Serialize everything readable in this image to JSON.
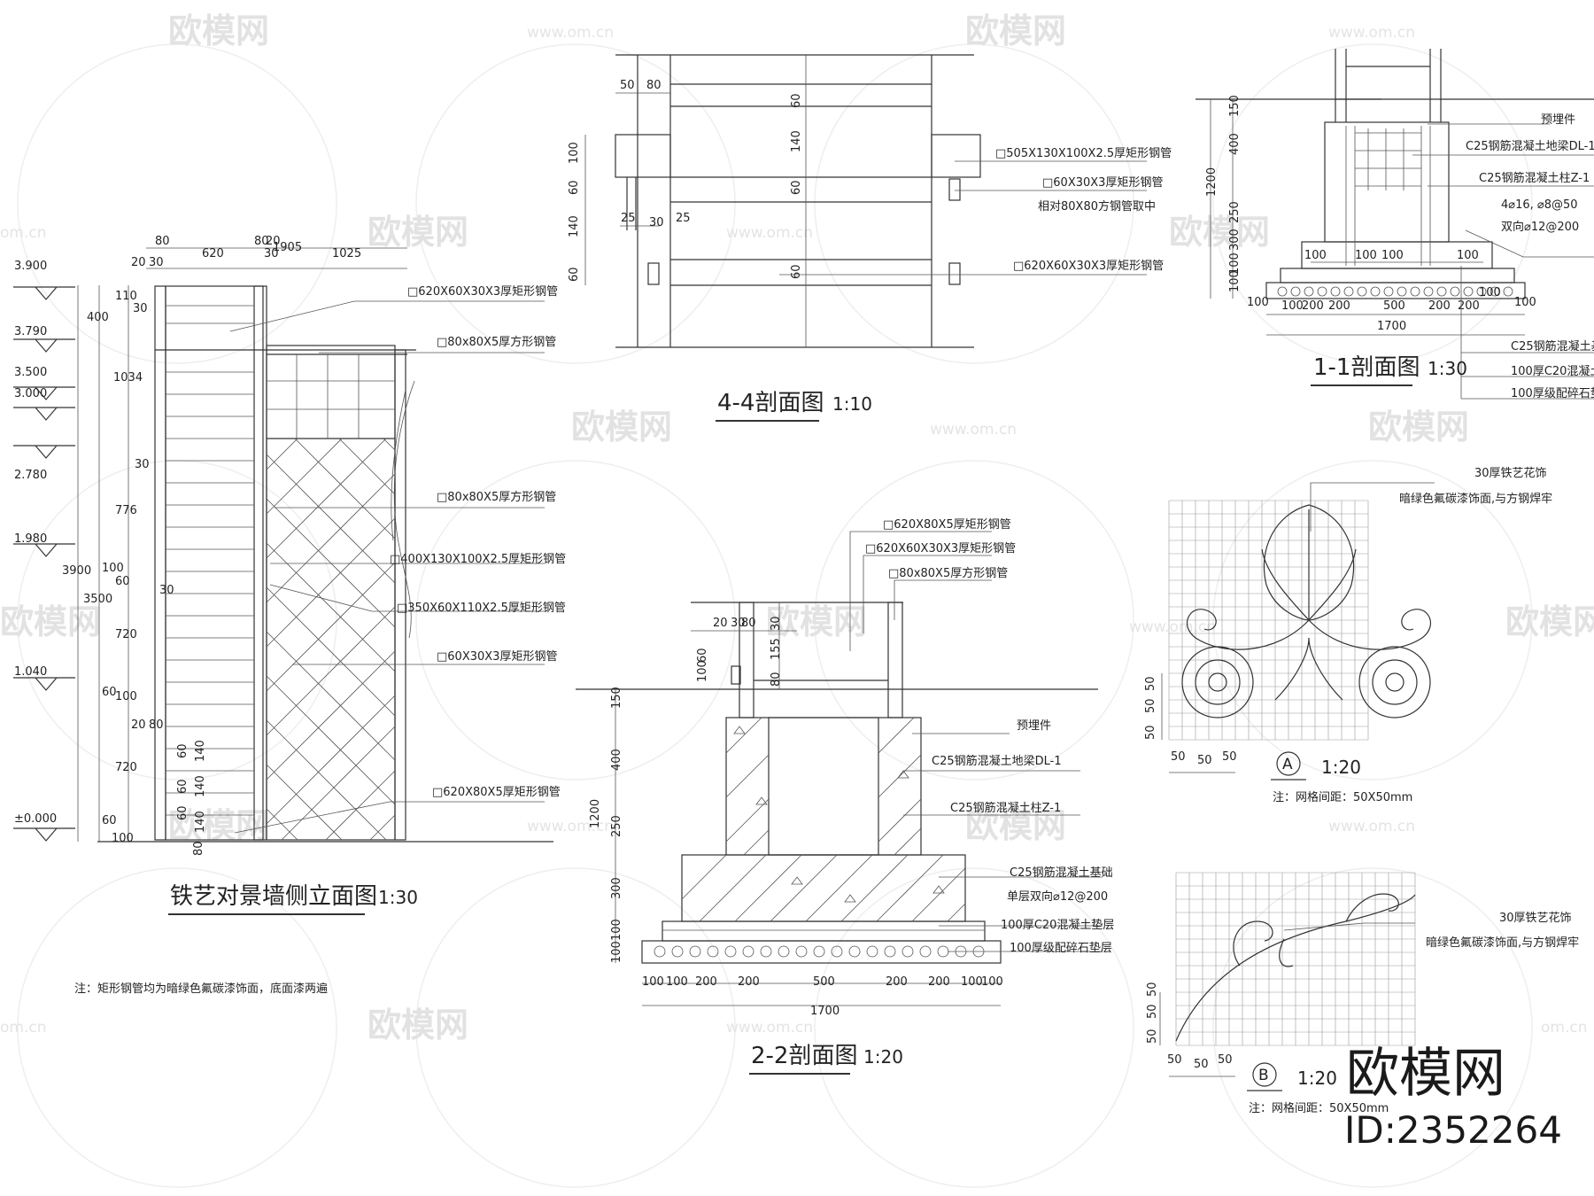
{
  "watermark": {
    "logo_text": "欧模网",
    "url_text": "www.om.cn",
    "side_text": "om.cn"
  },
  "brand": {
    "name": "欧模网",
    "id": "ID:2352264"
  },
  "elevation": {
    "title": "铁艺对景墙侧立面图",
    "scale": "1:30",
    "levels": [
      "3.900",
      "3.790",
      "3.500",
      "3.000",
      "2.780",
      "1.980",
      "1.040",
      "±0.000"
    ],
    "top_dims": [
      "1905",
      "20",
      "80",
      "30",
      "620",
      "80",
      "20",
      "30",
      "1025"
    ],
    "left_dims": [
      "110",
      "400",
      "30",
      "1034",
      "30",
      "776",
      "100",
      "60",
      "30",
      "3500",
      "3900",
      "720",
      "60",
      "100",
      "20",
      "80",
      "720",
      "60",
      "100"
    ],
    "bottom_dims": [
      "60",
      "140",
      "60",
      "140",
      "60",
      "140",
      "80"
    ],
    "callouts": [
      "□620X60X30X3厚矩形钢管",
      "□80x80X5厚方形钢管",
      "□80x80X5厚方形钢管",
      "□400X130X100X2.5厚矩形钢管",
      "□350X60X110X2.5厚矩形钢管",
      "□60X30X3厚矩形钢管",
      "□620X80X5厚矩形钢管"
    ],
    "note": "注：矩形钢管均为暗绿色氟碳漆饰面，底面漆两遍"
  },
  "section44": {
    "title": "4-4剖面图",
    "scale": "1:10",
    "dims": [
      "50",
      "80",
      "100",
      "60",
      "140",
      "60",
      "25",
      "30",
      "25",
      "60",
      "140",
      "60",
      "60"
    ],
    "callouts": [
      "□505X130X100X2.5厚矩形钢管",
      "□60X30X3厚矩形钢管",
      "相对80X80方钢管取中",
      "□620X60X30X3厚矩形钢管"
    ]
  },
  "section11": {
    "title": "1-1剖面图",
    "scale": "1:30",
    "left_dims": [
      "150",
      "400",
      "1200",
      "250",
      "300",
      "100",
      "100"
    ],
    "inner_dims": [
      "100",
      "100",
      "100",
      "100"
    ],
    "bottom_dims": [
      "100",
      "100",
      "200",
      "200",
      "500",
      "200",
      "200",
      "100",
      "100"
    ],
    "total": "1700",
    "callouts": [
      "预埋件",
      "C25钢筋混凝土地梁DL-1",
      "C25钢筋混凝土柱Z-1",
      "4⌀16, ⌀8@50",
      "双向⌀12@200",
      "C25钢筋混凝土基",
      "100厚C20混凝土垫",
      "100厚级配碎石垫层"
    ]
  },
  "section22": {
    "title": "2-2剖面图",
    "scale": "1:20",
    "top_dims": [
      "20",
      "30",
      "80",
      "30",
      "155",
      "80",
      "100",
      "60"
    ],
    "left_dims": [
      "150",
      "400",
      "1200",
      "250",
      "300",
      "100",
      "100"
    ],
    "bottom_dims": [
      "100",
      "100",
      "200",
      "200",
      "500",
      "200",
      "200",
      "100",
      "100"
    ],
    "total": "1700",
    "callouts": [
      "□620X80X5厚矩形钢管",
      "□620X60X30X3厚矩形钢管",
      "□80x80X5厚方形钢管",
      "预埋件",
      "C25钢筋混凝土地梁DL-1",
      "C25钢筋混凝土柱Z-1",
      "C25钢筋混凝土基础",
      "单层双向⌀12@200",
      "100厚C20混凝土垫层",
      "100厚级配碎石垫层"
    ]
  },
  "detailA": {
    "tag": "A",
    "scale": "1:20",
    "callout1": "30厚铁艺花饰",
    "callout2": "暗绿色氟碳漆饰面,与方钢焊牢",
    "dims": [
      "50",
      "50",
      "50",
      "50",
      "50",
      "50"
    ],
    "note": "注：网格间距：50X50mm"
  },
  "detailB": {
    "tag": "B",
    "scale": "1:20",
    "callout1": "30厚铁艺花饰",
    "callout2": "暗绿色氟碳漆饰面,与方钢焊牢",
    "dims": [
      "50",
      "50",
      "50",
      "50",
      "50",
      "50"
    ],
    "note": "注：网格间距：50X50mm"
  }
}
